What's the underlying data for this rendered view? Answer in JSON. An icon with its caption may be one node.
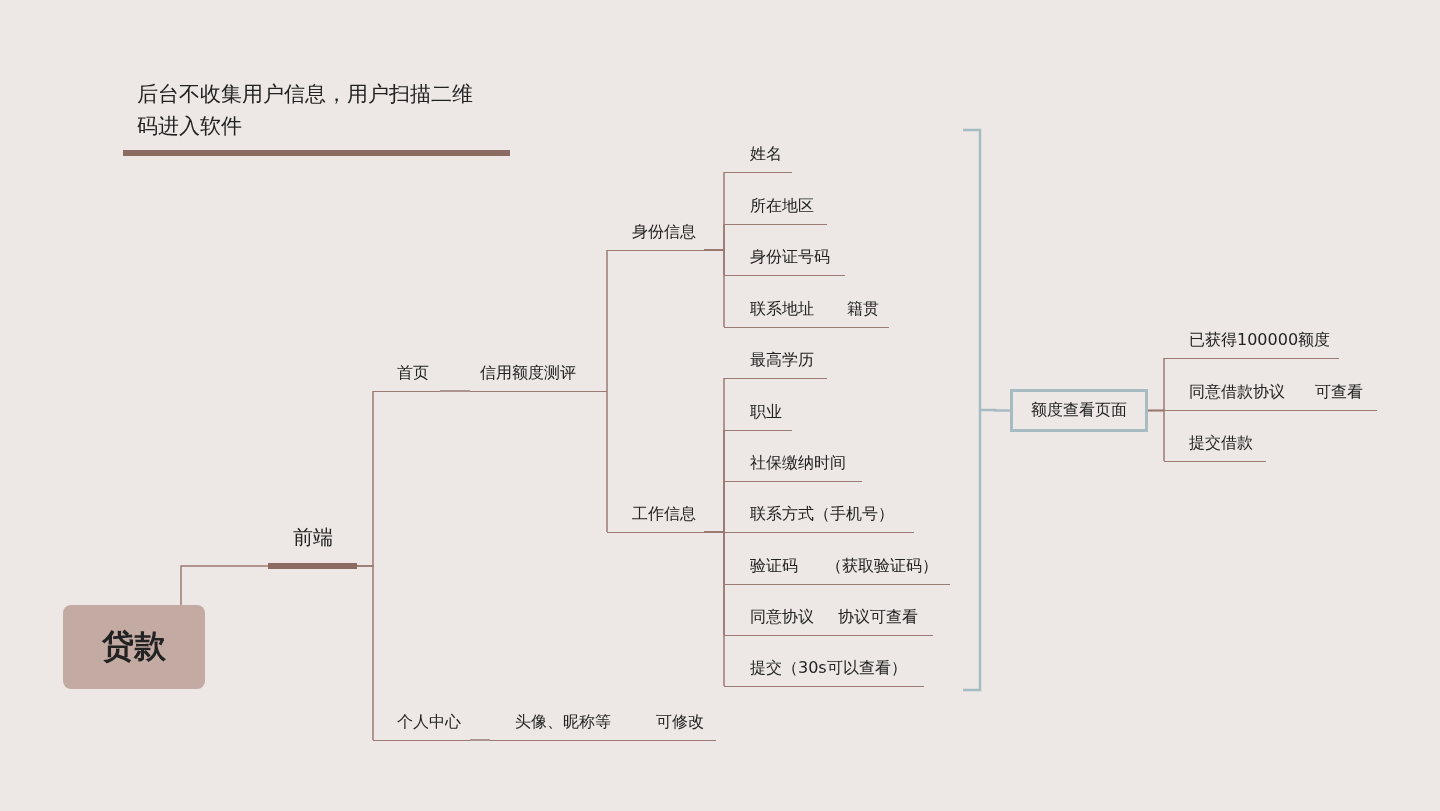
{
  "diagram": {
    "nodes": [
      {
        "text": [
          "后台不收集用户信息，用户扫描二维码进入软件"
        ]
      },
      {
        "text": [
          "贷款"
        ]
      },
      {
        "text": [
          "前端"
        ]
      },
      {
        "text": [
          "首页"
        ]
      },
      {
        "text": [
          "信用额度测评"
        ]
      },
      {
        "text": [
          "身份信息"
        ]
      },
      {
        "text": [
          "姓名"
        ]
      },
      {
        "text": [
          "所在地区"
        ]
      },
      {
        "text": [
          "身份证号码"
        ]
      },
      {
        "text": [
          "联系地址",
          "籍贯"
        ]
      },
      {
        "text": [
          "工作信息"
        ]
      },
      {
        "text": [
          "最高学历"
        ]
      },
      {
        "text": [
          "职业"
        ]
      },
      {
        "text": [
          "社保缴纳时间"
        ]
      },
      {
        "text": [
          "联系方式（手机号）"
        ]
      },
      {
        "text": [
          "验证码",
          "（获取验证码）"
        ]
      },
      {
        "text": [
          "同意协议",
          "协议可查看"
        ]
      },
      {
        "text": [
          "提交（30s可以查看）"
        ]
      },
      {
        "text": [],
        "shape": "bracket"
      },
      {
        "text": [
          "额度查看页面"
        ]
      },
      {
        "text": [
          "已获得100000额度"
        ]
      },
      {
        "text": [
          "同意借款协议",
          "可查看"
        ]
      },
      {
        "text": [
          "提交借款"
        ]
      },
      {
        "text": [
          "个人中心"
        ]
      },
      {
        "text": [
          "头像、昵称等",
          "可修改"
        ]
      }
    ],
    "edges": [
      {
        "from": 1,
        "to": 2,
        "arrow": "none"
      },
      {
        "from": 2,
        "to": 3,
        "arrow": "none"
      },
      {
        "from": 3,
        "to": 4,
        "arrow": "none"
      },
      {
        "from": 4,
        "to": 5,
        "arrow": "none"
      },
      {
        "from": 5,
        "to": 6,
        "arrow": "none"
      },
      {
        "from": 5,
        "to": 7,
        "arrow": "none"
      },
      {
        "from": 5,
        "to": 8,
        "arrow": "none"
      },
      {
        "from": 5,
        "to": 9,
        "arrow": "none"
      },
      {
        "from": 4,
        "to": 10,
        "arrow": "none"
      },
      {
        "from": 10,
        "to": 11,
        "arrow": "none"
      },
      {
        "from": 10,
        "to": 12,
        "arrow": "none"
      },
      {
        "from": 10,
        "to": 13,
        "arrow": "none"
      },
      {
        "from": 10,
        "to": 14,
        "arrow": "none"
      },
      {
        "from": 10,
        "to": 15,
        "arrow": "none"
      },
      {
        "from": 10,
        "to": 16,
        "arrow": "none"
      },
      {
        "from": 10,
        "to": 17,
        "arrow": "none"
      },
      {
        "from": 18,
        "to": 19,
        "arrow": "none",
        "color": "#a6bcc2"
      },
      {
        "from": 19,
        "to": 20,
        "arrow": "none"
      },
      {
        "from": 19,
        "to": 21,
        "arrow": "none"
      },
      {
        "from": 19,
        "to": 22,
        "arrow": "none"
      },
      {
        "from": 2,
        "to": 23,
        "arrow": "none"
      },
      {
        "from": 23,
        "to": 24,
        "arrow": "none"
      }
    ]
  }
}
